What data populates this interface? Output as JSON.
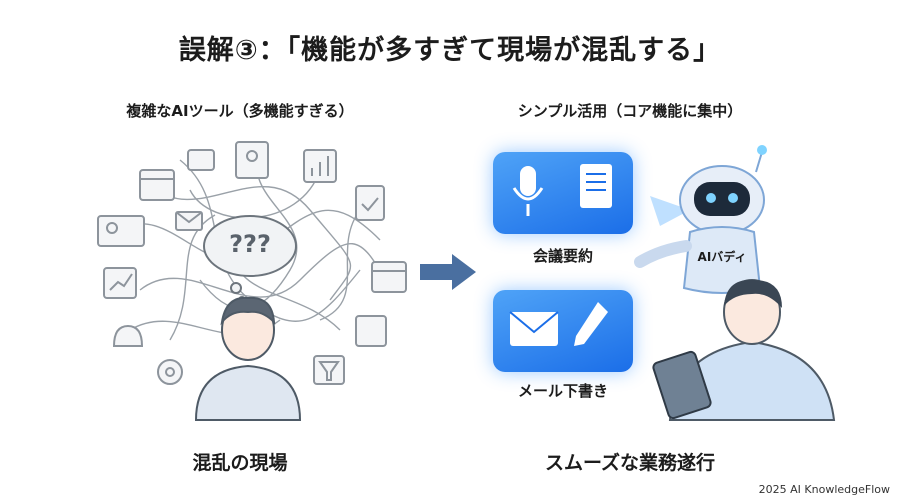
{
  "title": "誤解③：「機能が多すぎて現場が混乱する」",
  "left": {
    "heading": "複雑なAIツール（多機能すぎる）",
    "caption": "混乱の現場",
    "thought": "???"
  },
  "right": {
    "heading": "シンプル活用（コア機能に集中）",
    "caption": "スムーズな業務遂行",
    "feature_1": "会議要約",
    "feature_2": "メール下書き",
    "robot_label": "AIバディ"
  },
  "footer": "2025 AI KnowledgeFlow",
  "colors": {
    "accent": "#1b6ee8",
    "arrow": "#4a6fa0",
    "icon_gray": "#8d949c"
  }
}
